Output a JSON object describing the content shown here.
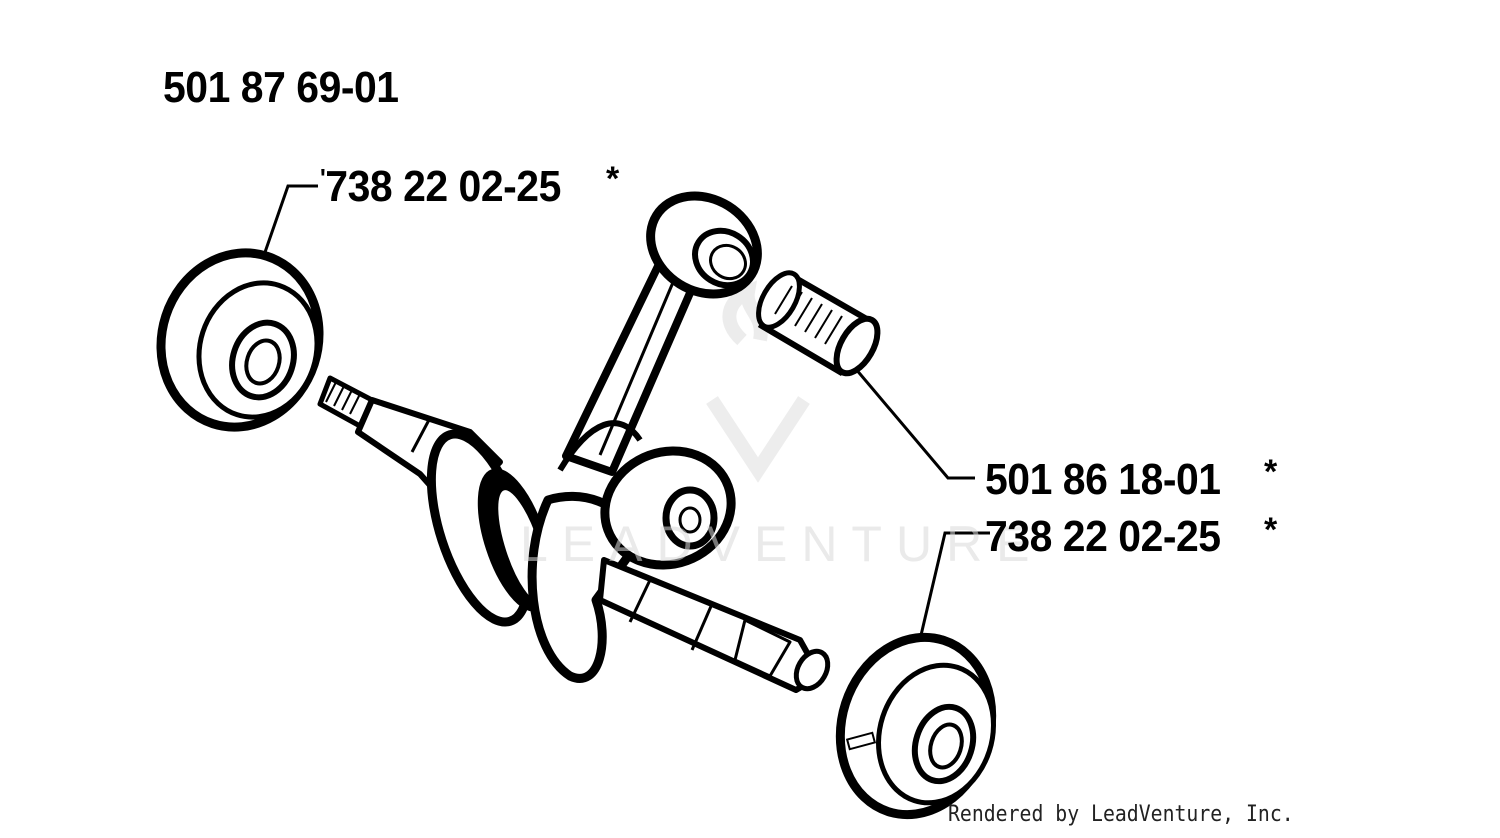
{
  "title": "501 87 69-01",
  "parts": [
    {
      "label": "738 22 02-25",
      "tick": "'",
      "marker": "*"
    },
    {
      "label": "501 86 18-01",
      "marker": "*"
    },
    {
      "label": "738 22 02-25",
      "marker": "*"
    }
  ],
  "credit": "Rendered by LeadVenture, Inc.",
  "watermark": "LEADVENTURE"
}
